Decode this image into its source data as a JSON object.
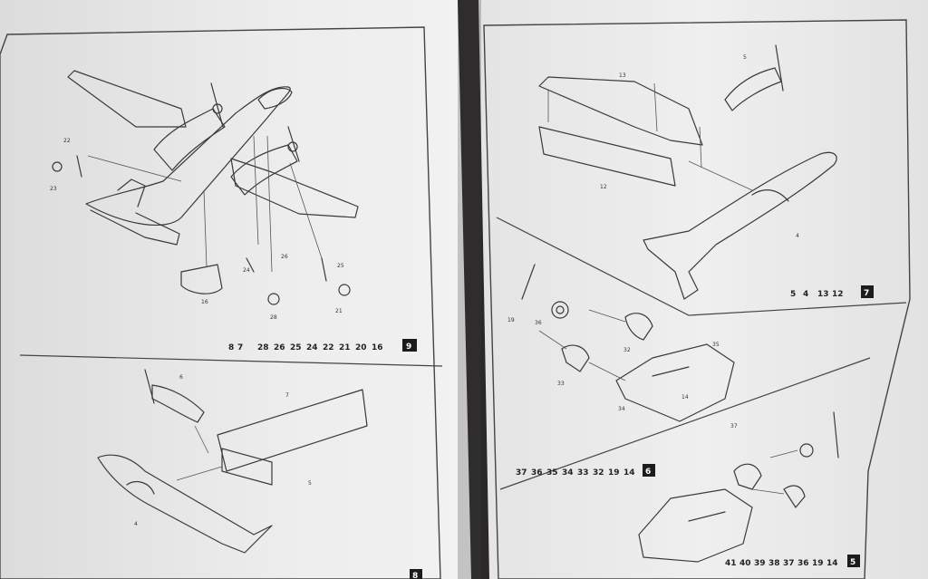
{
  "left_page": {
    "step_a": {
      "number": "9",
      "parts": [
        "16",
        "20",
        "21",
        "22",
        "24",
        "25",
        "26",
        "28"
      ],
      "subassemblies": [
        "7",
        "8"
      ],
      "callouts": [
        "22",
        "23",
        "16",
        "24",
        "26",
        "25",
        "28",
        "21"
      ]
    },
    "step_b": {
      "number": "8",
      "callouts": [
        "6",
        "7",
        "5",
        "4"
      ]
    }
  },
  "right_page": {
    "step_a": {
      "number": "7",
      "parts": [
        "12",
        "13"
      ],
      "subassemblies": [
        "4",
        "5"
      ],
      "callouts": [
        "13",
        "12",
        "5",
        "4"
      ]
    },
    "step_b": {
      "number": "6",
      "parts": [
        "14",
        "19",
        "32",
        "33",
        "34",
        "35",
        "36",
        "37"
      ],
      "callouts": [
        "19",
        "36",
        "32",
        "33",
        "34",
        "14",
        "35",
        "37"
      ]
    },
    "step_c": {
      "number": "5",
      "parts": [
        "14",
        "19",
        "36",
        "37",
        "38",
        "39",
        "40",
        "41"
      ]
    }
  },
  "colors": {
    "background": "#2a2828",
    "paper": "#eeeeee",
    "ink": "#3a3a3a"
  }
}
